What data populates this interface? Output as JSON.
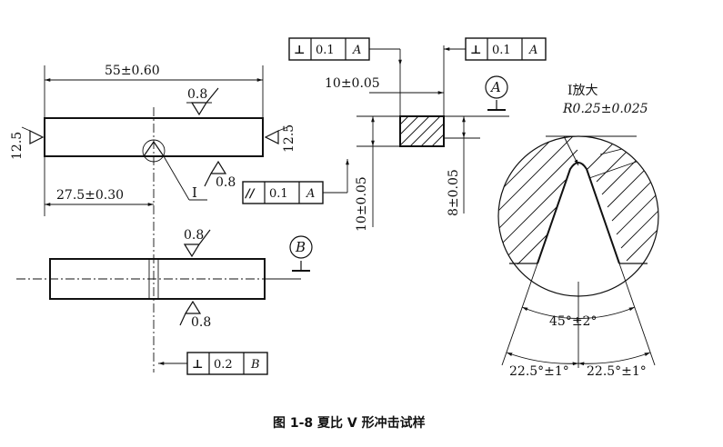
{
  "caption": "图 1-8   夏比 V 形冲击试样",
  "dimensions": {
    "length": "55±0.60",
    "notch_position": "27.5±0.30",
    "roughness_top": "0.8",
    "roughness_bottom_front": "0.8",
    "roughness_left": "12.5",
    "roughness_right": "12.5",
    "roughness_plan_top": "0.8",
    "roughness_plan_bottom": "0.8",
    "section_width": "10±0.05",
    "section_height": "10±0.05",
    "ligament_height": "8±0.05",
    "detail_title": "I放大",
    "notch_radius": "R0.25±0.025",
    "notch_angle": "45°±2°",
    "half_angle_left": "22.5°±1°",
    "half_angle_right": "22.5°±1°",
    "view_label": "I"
  },
  "datums": {
    "a": "A",
    "b": "B"
  },
  "tolerance_frames": {
    "perp_left": {
      "symbol": "⊥",
      "value": "0.1",
      "datum": "A"
    },
    "perp_right": {
      "symbol": "⊥",
      "value": "0.1",
      "datum": "A"
    },
    "parallel": {
      "symbol": "//",
      "value": "0.1",
      "datum": "A"
    },
    "perp_plan": {
      "symbol": "⊥",
      "value": "0.2",
      "datum": "B"
    }
  }
}
